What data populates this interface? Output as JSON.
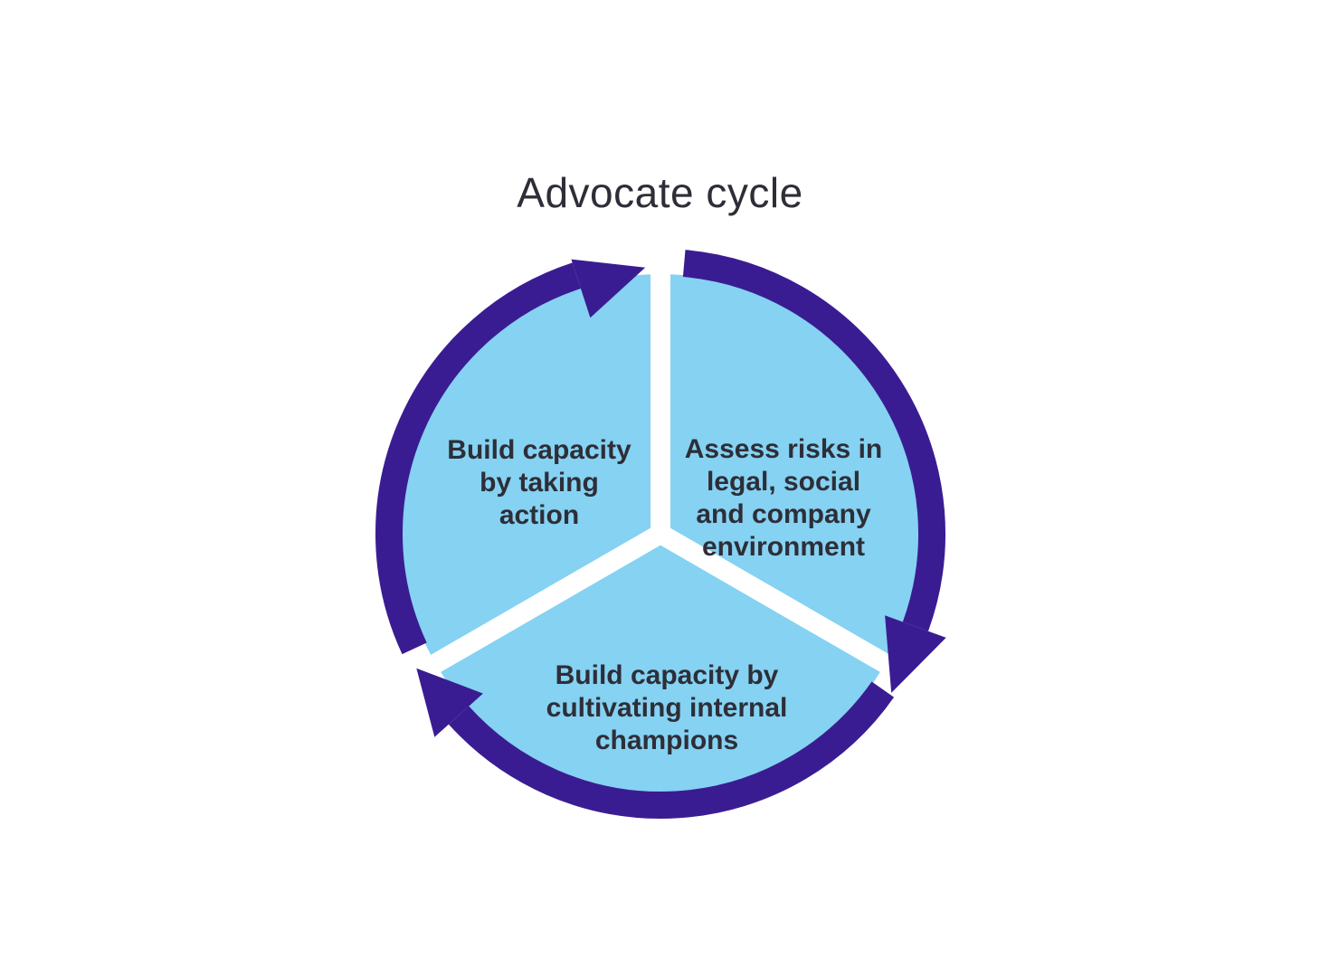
{
  "title": "Advocate cycle",
  "diagram": {
    "type": "cycle",
    "direction": "clockwise",
    "segments": [
      {
        "position": "upper-left",
        "label": "Build capacity\nby taking\naction"
      },
      {
        "position": "upper-right",
        "label": "Assess risks in\nlegal, social\nand company\nenvironment"
      },
      {
        "position": "bottom",
        "label": "Build capacity by\ncultivating internal\nchampions"
      }
    ],
    "arrows": [
      {
        "name": "top-arrow",
        "points": "east"
      },
      {
        "name": "lower-right-arrow",
        "points": "south-west"
      },
      {
        "name": "lower-left-arrow",
        "points": "north-west"
      }
    ]
  },
  "colors": {
    "ring": "#3a1c92",
    "circle": "#85d2f2",
    "divider": "#ffffff",
    "text": "#2e2e38",
    "background": "#ffffff"
  }
}
